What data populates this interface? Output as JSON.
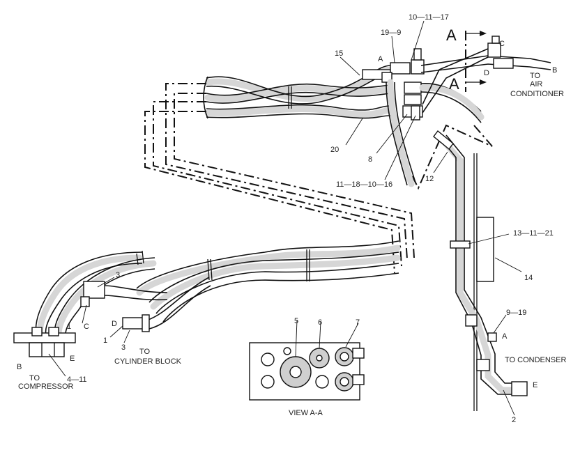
{
  "labels": {
    "c_10_11_17": "10—11—17",
    "c_19_9": "19—9",
    "c_15": "15",
    "c_20": "20",
    "c_8": "8",
    "c_11_18_10_16": "11—18—10—16",
    "c_12": "12",
    "c_13_11_21": "13—11—21",
    "c_14": "14",
    "c_9_19": "9—19",
    "c_2": "2",
    "c_3_top": "3",
    "c_3_bottom": "3",
    "c_1_c": "1",
    "c_1_d": "1",
    "c_4_11": "4—11",
    "c_5": "5",
    "c_6": "6",
    "c_7": "7",
    "letter_a_top": "A",
    "letter_a_right": "A",
    "letter_b_top": "B",
    "letter_b_left": "B",
    "letter_c_top": "C",
    "letter_c_left": "C",
    "letter_d_top": "D",
    "letter_d_left": "D",
    "letter_e_left": "E",
    "letter_e_right": "E",
    "section_a_1": "A",
    "section_a_2": "A",
    "to_air_1": "TO",
    "to_air_2": "AIR",
    "to_air_3": "CONDITIONER",
    "to_compressor_1": "TO",
    "to_compressor_2": "COMPRESSOR",
    "to_cylinder_1": "TO",
    "to_cylinder_2": "CYLINDER BLOCK",
    "to_condenser": "TO CONDENSER",
    "view_aa": "VIEW A-A"
  }
}
